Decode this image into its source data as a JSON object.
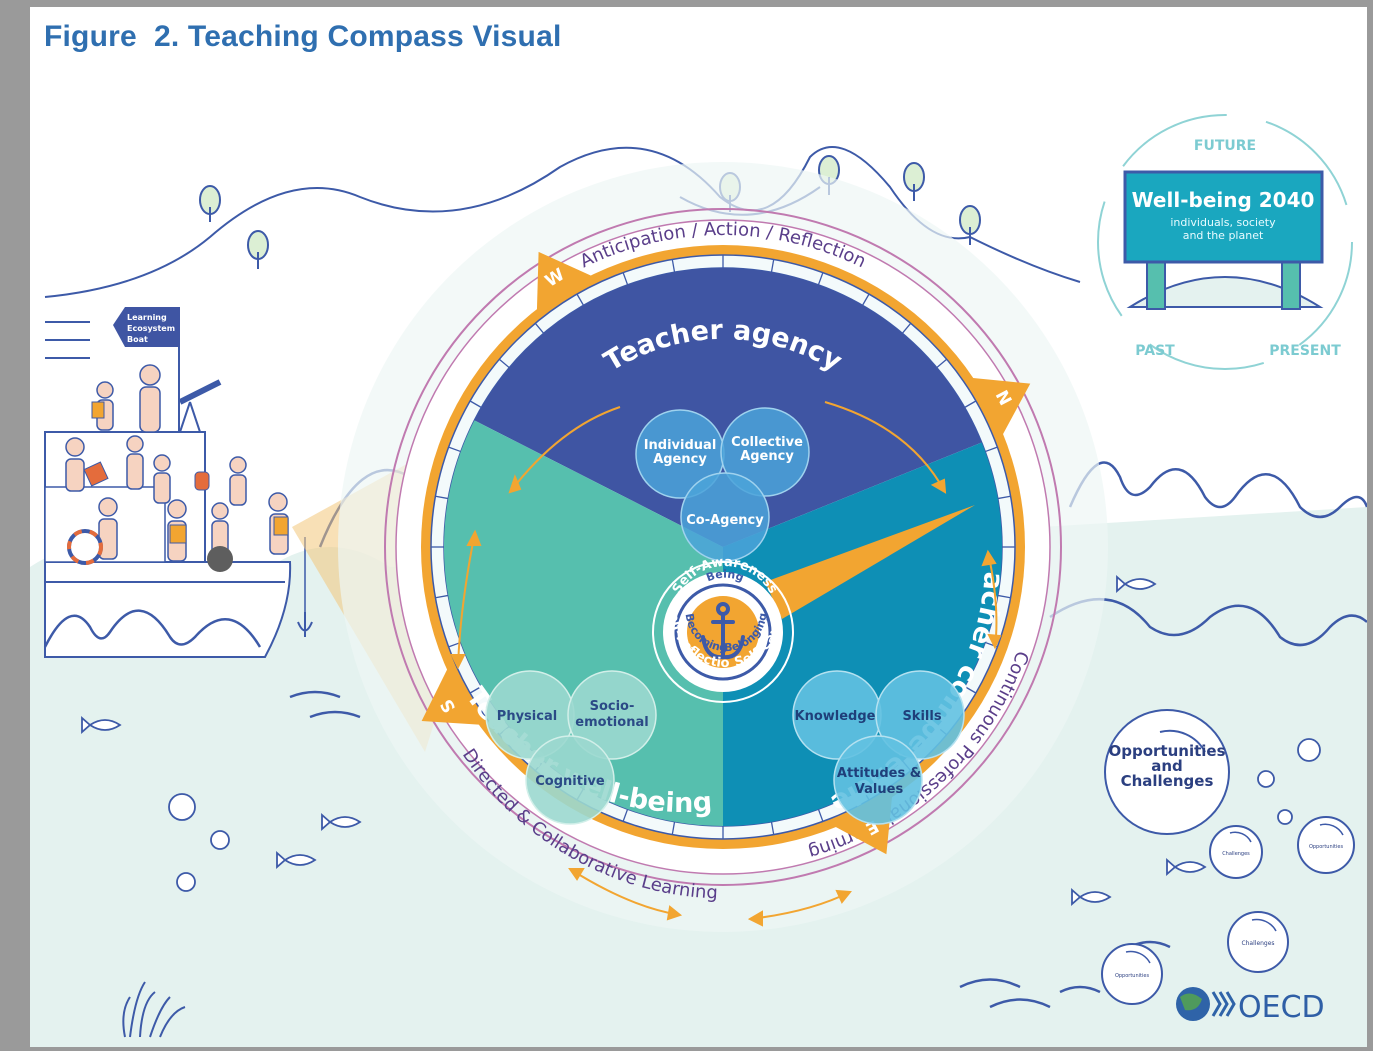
{
  "figure_title": "Figure  2. Teaching Compass Visual",
  "boat": {
    "sign": [
      "Learning",
      "Ecosystem",
      "Boat"
    ]
  },
  "wellbeing": {
    "future": "FUTURE",
    "past": "PAST",
    "present": "PRESENT",
    "title": "Well-being 2040",
    "subtitle_line1": "individuals, society",
    "subtitle_line2": "and the planet"
  },
  "compass": {
    "outer_ring_top": "Anticipation / Action / Reflection",
    "outer_ring_left": "Self-Directed & Collaborative Learning",
    "outer_ring_right": "Continuous Professional Learning",
    "directions": {
      "W": "W",
      "N": "N",
      "S": "S",
      "E": "E"
    },
    "agency": {
      "title": "Teacher agency",
      "circles": [
        "Individual",
        "Agency",
        "Collective",
        "Agency",
        "Co-Agency"
      ]
    },
    "wellbeing": {
      "title": "Teacher well-being",
      "circles": [
        "Physical",
        "Socio-",
        "emotional",
        "Cognitive"
      ]
    },
    "competencies": {
      "title": "Teacher competencies",
      "circles": [
        "Knowledge",
        "Skills",
        "Attitudes &",
        "Values"
      ]
    },
    "center": {
      "self_awareness": "Self-Awareness",
      "self_reflection": "Self-Reflection",
      "self_care": "Self-Care",
      "being": "Being",
      "becoming": "Becoming",
      "belonging": "Belonging"
    }
  },
  "bubbles": {
    "big_line1": "Opportunities",
    "big_line2": "and",
    "big_line3": "Challenges",
    "small1": "Challenges",
    "small2": "Opportunities",
    "small3": "Challenges",
    "small4": "Opportunities"
  },
  "logo": {
    "text": "OECD"
  },
  "colors": {
    "agency": "#3f55a3",
    "wellbeing": "#56bfae",
    "competencies": "#0e8fb5",
    "orange": "#f2a531",
    "sea": "#e4f2ef",
    "line": "#3d5aa8",
    "ring": "#c07ab0"
  }
}
